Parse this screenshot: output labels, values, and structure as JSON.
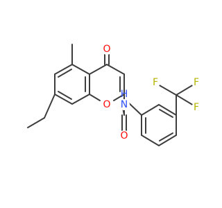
{
  "colors": {
    "bond": "#3d3d3d",
    "oxygen": "#ff0d0d",
    "nitrogen": "#3050f8",
    "fluorine": "#b4b400",
    "carbon": "#3d3d3d",
    "background": "#ffffff"
  },
  "atoms": {
    "ketone_oxygen": "O",
    "ring_oxygen": "O",
    "amide_oxygen": "O",
    "amide_nitrogen": "N",
    "amide_hydrogen": "H",
    "fluorine_1": "F",
    "fluorine_2": "F",
    "fluorine_3": "F"
  }
}
